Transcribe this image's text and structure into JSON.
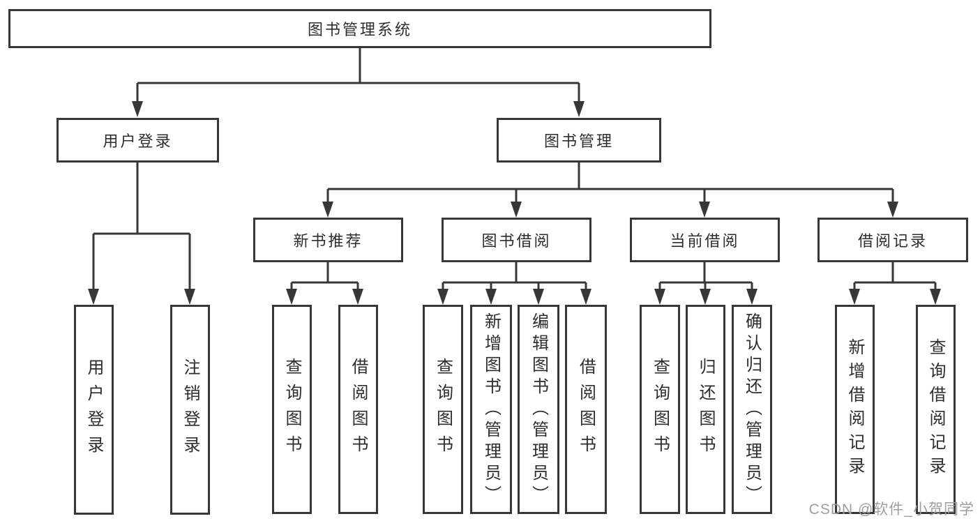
{
  "colors": {
    "line": "#373737",
    "box_border": "#373737",
    "text": "#2d2d2d",
    "background": "#ffffff",
    "watermark": "#9e9e9e"
  },
  "tree": {
    "root": {
      "label": "图书管理系统"
    },
    "branches": [
      {
        "label": "用户登录",
        "children": [
          {
            "label": "用户登录"
          },
          {
            "label": "注销登录"
          }
        ]
      },
      {
        "label": "图书管理",
        "children": [
          {
            "label": "新书推荐",
            "children": [
              {
                "label": "查询图书"
              },
              {
                "label": "借阅图书"
              }
            ]
          },
          {
            "label": "图书借阅",
            "children": [
              {
                "label": "查询图书"
              },
              {
                "label": "新增图书（管理员）"
              },
              {
                "label": "编辑图书（管理员）"
              },
              {
                "label": "借阅图书"
              }
            ]
          },
          {
            "label": "当前借阅",
            "children": [
              {
                "label": "查询图书"
              },
              {
                "label": "归还图书"
              },
              {
                "label": "确认归还（管理员）"
              }
            ]
          },
          {
            "label": "借阅记录",
            "children": [
              {
                "label": "新增借阅记录"
              },
              {
                "label": "查询借阅记录"
              }
            ]
          }
        ]
      }
    ]
  },
  "watermark": {
    "text": "CSDN @软件_小贺同学"
  }
}
